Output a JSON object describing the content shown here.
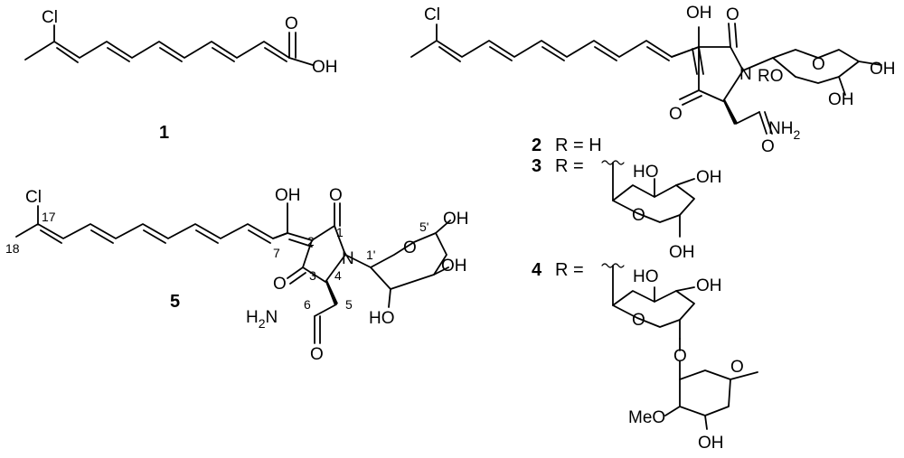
{
  "atoms": {
    "cl": "Cl",
    "oh": "OH",
    "ho": "HO",
    "o": "O",
    "n": "N",
    "nh2": "NH",
    "h2n": "H2N",
    "ro": "RO",
    "meo": "MeO"
  },
  "compound_labels": [
    "1",
    "2",
    "3",
    "4",
    "5"
  ],
  "r_definitions": {
    "c2": "R = H",
    "c3": "R =",
    "c4": "R ="
  },
  "nh2_subscript": "2",
  "atom_numbers": [
    "1",
    "2",
    "3",
    "4",
    "5",
    "6",
    "7",
    "17",
    "18",
    "1'",
    "5'"
  ]
}
